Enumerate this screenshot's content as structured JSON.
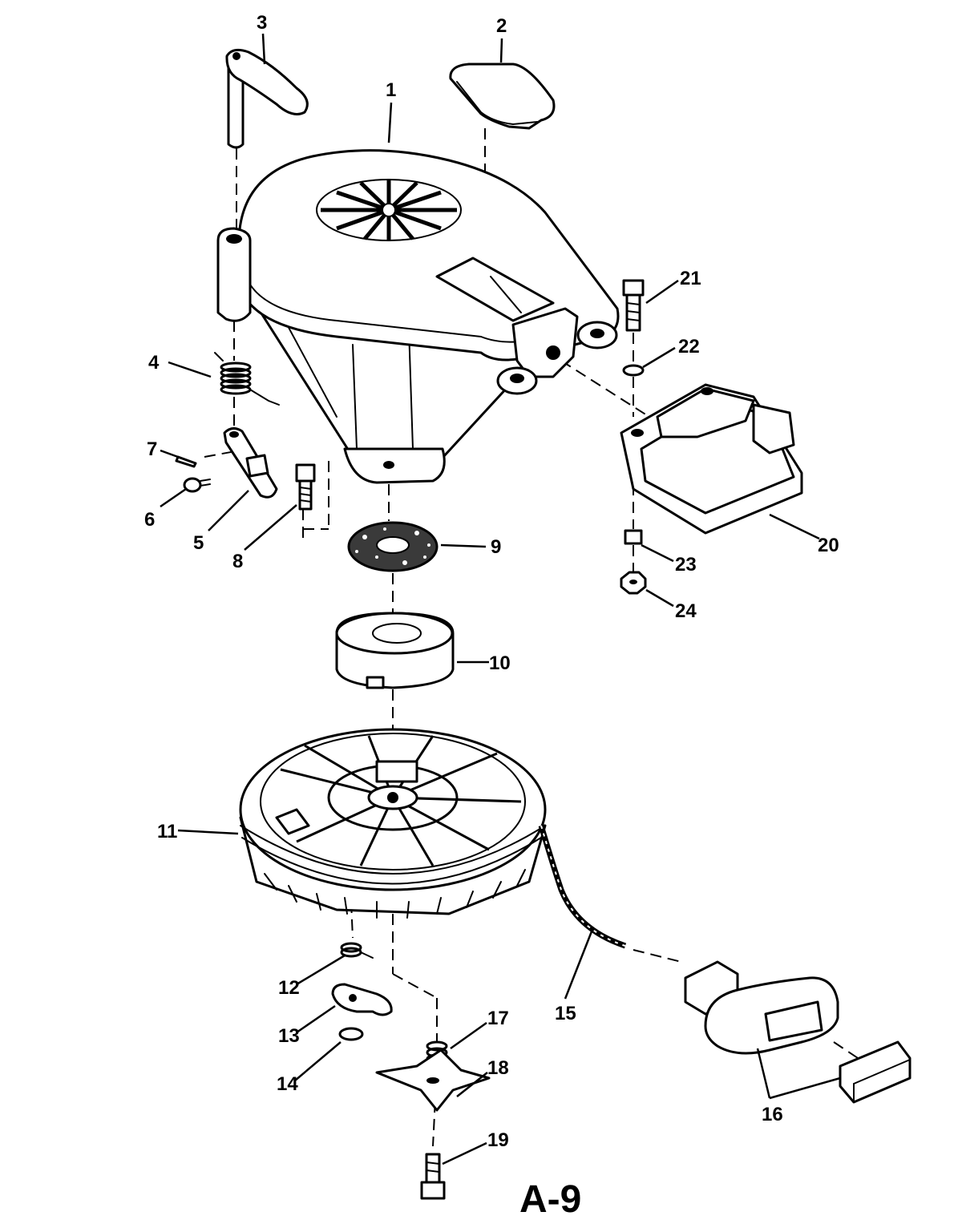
{
  "figure_label": "A-9",
  "callouts": {
    "p1": "1",
    "p2": "2",
    "p3": "3",
    "p4": "4",
    "p5": "5",
    "p6": "6",
    "p7": "7",
    "p8": "8",
    "p9": "9",
    "p10": "10",
    "p11": "11",
    "p12": "12",
    "p13": "13",
    "p14": "14",
    "p15": "15",
    "p16": "16",
    "p17": "17",
    "p18": "18",
    "p19": "19",
    "p20": "20",
    "p21": "21",
    "p22": "22",
    "p23": "23",
    "p24": "24"
  }
}
